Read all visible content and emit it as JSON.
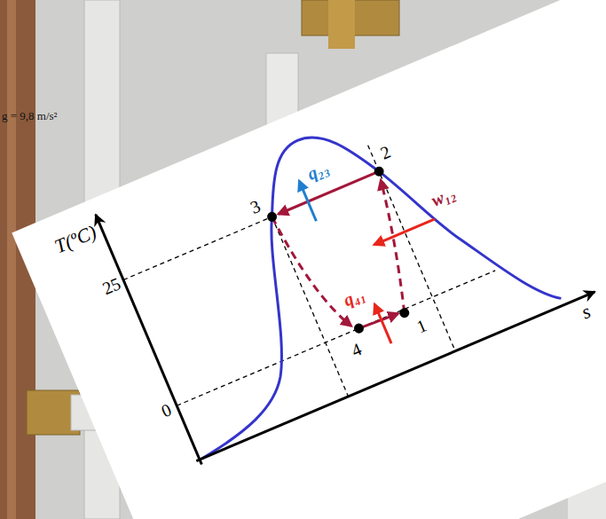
{
  "diagram": {
    "labels": [
      "g = 9,8 m/s²",
      "T(ºC)",
      "25",
      "0",
      "s",
      "q₂₃",
      "w₁₂",
      "q₄₁",
      "3",
      "2",
      "4",
      "1"
    ]
  }
}
